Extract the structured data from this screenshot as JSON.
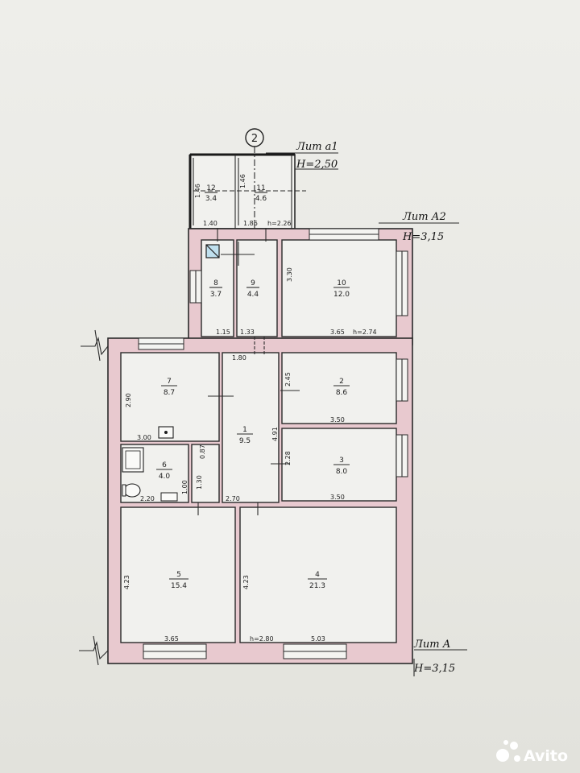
{
  "plan": {
    "marker": "2",
    "labels": {
      "lit_a1": "Лит  а1",
      "h_a1": "H=2,50",
      "lit_a2": "Лит  А2",
      "h_a2": "H=3,15",
      "lit_a": "Лит  А",
      "h_a": "H=3,15"
    },
    "rooms": [
      {
        "num": "12",
        "area": "3.4"
      },
      {
        "num": "11",
        "area": "4.6"
      },
      {
        "num": "8",
        "area": "3.7"
      },
      {
        "num": "9",
        "area": "4.4"
      },
      {
        "num": "10",
        "area": "12.0"
      },
      {
        "num": "7",
        "area": "8.7"
      },
      {
        "num": "2",
        "area": "8.6"
      },
      {
        "num": "1",
        "area": "9.5"
      },
      {
        "num": "3",
        "area": "8.0"
      },
      {
        "num": "6",
        "area": "4.0"
      },
      {
        "num": "5",
        "area": "15.4"
      },
      {
        "num": "4",
        "area": "21.3"
      }
    ],
    "dimensions": {
      "d_146a": "1.46",
      "d_146b": "1.46",
      "d_140": "1.40",
      "d_186": "1.86",
      "d_h226": "h=2.26",
      "d_330": "3.30",
      "d_115": "1.15",
      "d_133": "1.33",
      "d_365a": "3.65",
      "d_h274": "h=2.74",
      "d_180": "1.80",
      "d_290": "2.90",
      "d_245": "2.45",
      "d_300": "3.00",
      "d_350a": "3.50",
      "d_491": "4.91",
      "d_087": "0.87",
      "d_228": "2.28",
      "d_100": "1.00",
      "d_130": "1.30",
      "d_220": "2.20",
      "d_270": "2.70",
      "d_350b": "3.50",
      "d_423a": "4.23",
      "d_423b": "4.23",
      "d_365b": "3.65",
      "d_h280": "h=2.80",
      "d_503": "5.03"
    }
  },
  "watermark": {
    "brand": "Avito"
  }
}
